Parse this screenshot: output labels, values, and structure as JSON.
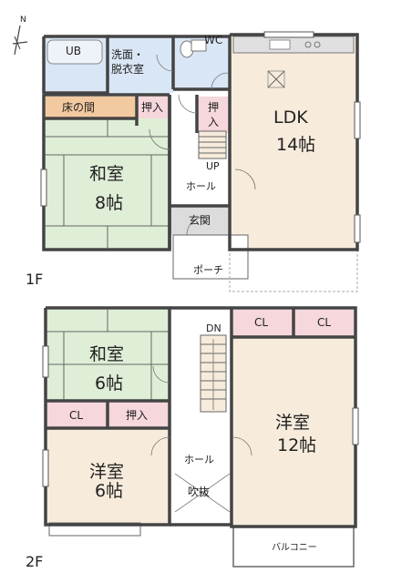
{
  "compass": {
    "label": "N"
  },
  "floor1": {
    "label": "1F",
    "rooms": {
      "ub": "UB",
      "senmen_1": "洗面・",
      "senmen_2": "脱衣室",
      "wc": "WC",
      "tokonoma": "床の間",
      "oshiire_left": "押入",
      "oshiire_center_1": "押",
      "oshiire_center_2": "入",
      "washitsu": "和室",
      "washitsu_size": "8帖",
      "hall": "ホール",
      "up": "UP",
      "genkan": "玄関",
      "porch": "ポーチ",
      "ldk": "LDK",
      "ldk_size": "14帖"
    }
  },
  "floor2": {
    "label": "2F",
    "rooms": {
      "washitsu": "和室",
      "washitsu_size": "6帖",
      "cl_left": "CL",
      "oshiire": "押入",
      "yoshitsu_small": "洋室",
      "yoshitsu_small_size": "6帖",
      "dn": "DN",
      "hall": "ホール",
      "fukinuke": "吹抜",
      "cl_right_1": "CL",
      "cl_right_2": "CL",
      "yoshitsu_large": "洋室",
      "yoshitsu_large_size": "12帖",
      "balcony": "バルコニー"
    }
  },
  "colors": {
    "tatami": "#dfeed6",
    "ldk_floor": "#f7ecdc",
    "wet_area": "#d9e6f5",
    "tokonoma": "#f3c9a0",
    "closet": "#f5d7dc",
    "youshitsu": "#f7ecdc",
    "genkan": "#dcdcdc",
    "wall": "#444444"
  }
}
